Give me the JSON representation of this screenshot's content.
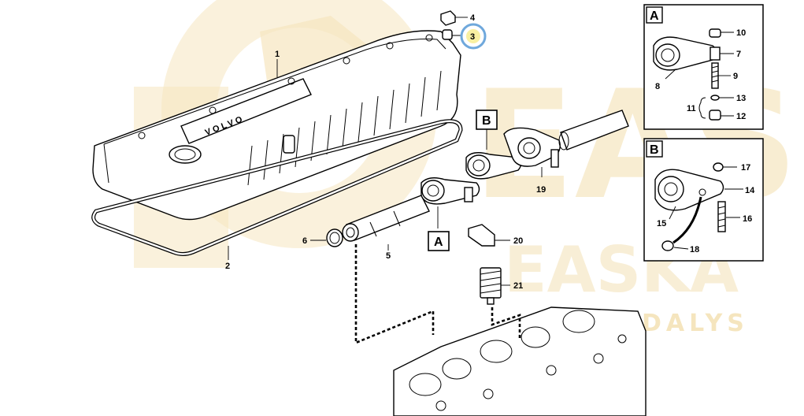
{
  "watermark": {
    "brand": "EASKA",
    "subtitle": "DALYS",
    "color": "#f3dfaf"
  },
  "cover_logo": "VOLVO",
  "callouts": [
    "1",
    "2",
    "3",
    "4",
    "5",
    "6",
    "7",
    "8",
    "9",
    "10",
    "11",
    "12",
    "13",
    "14",
    "15",
    "16",
    "17",
    "18",
    "19",
    "20",
    "21"
  ],
  "view_labels": {
    "a": "A",
    "b": "B"
  },
  "highlight": {
    "callout": "3",
    "color": "#6fa8dc"
  }
}
